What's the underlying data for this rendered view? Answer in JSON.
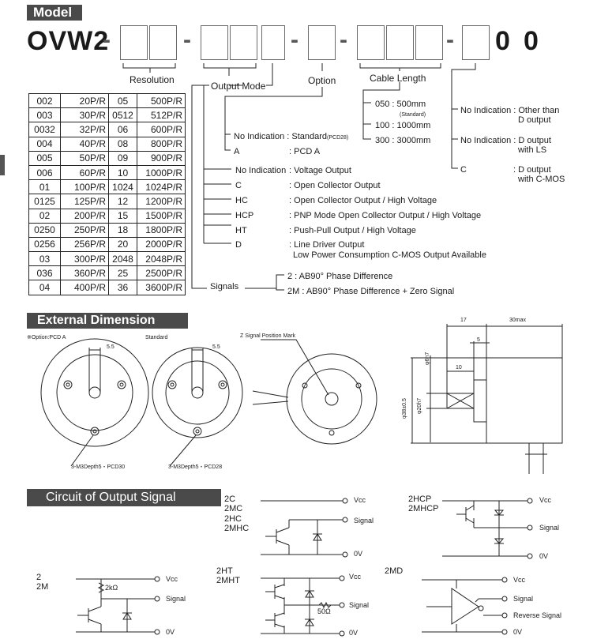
{
  "model": {
    "header": "Model",
    "prefix": "OVW2",
    "dash": "-",
    "suffix_0a": "0",
    "suffix_0b": "0",
    "labels": {
      "resolution": "Resolution",
      "output_mode": "Output Mode",
      "option": "Option",
      "cable_length": "Cable Length"
    }
  },
  "resolution_table": [
    [
      "002",
      "20P/R",
      "05",
      "500P/R"
    ],
    [
      "003",
      "30P/R",
      "0512",
      "512P/R"
    ],
    [
      "0032",
      "32P/R",
      "06",
      "600P/R"
    ],
    [
      "004",
      "40P/R",
      "08",
      "800P/R"
    ],
    [
      "005",
      "50P/R",
      "09",
      "900P/R"
    ],
    [
      "006",
      "60P/R",
      "10",
      "1000P/R"
    ],
    [
      "01",
      "100P/R",
      "1024",
      "1024P/R"
    ],
    [
      "0125",
      "125P/R",
      "12",
      "1200P/R"
    ],
    [
      "02",
      "200P/R",
      "15",
      "1500P/R"
    ],
    [
      "0250",
      "250P/R",
      "18",
      "1800P/R"
    ],
    [
      "0256",
      "256P/R",
      "20",
      "2000P/R"
    ],
    [
      "03",
      "300P/R",
      "2048",
      "2048P/R"
    ],
    [
      "036",
      "360P/R",
      "25",
      "2500P/R"
    ],
    [
      "04",
      "400P/R",
      "36",
      "3600P/R"
    ]
  ],
  "cable": {
    "c050": "050 : 500mm",
    "standard": "(Standard)",
    "c100": "100 : 1000mm",
    "c300": "300 : 3000mm"
  },
  "option": {
    "noind_a": "No Indication : Standard",
    "noind_b": "(PCD28)",
    "a_code": "A",
    "a_desc": ": PCD A"
  },
  "last_digit": {
    "noind_a": "No Indication : Other than",
    "noind_b": "D output",
    "ls_a": "No Indication : D output",
    "ls_b": "with LS",
    "c_code": "C",
    "c_a": ": D output",
    "c_b": "with C-MOS"
  },
  "output_modes": [
    {
      "code": "No Indication",
      "desc": ": Voltage Output"
    },
    {
      "code": "C",
      "desc": ": Open Collector Output"
    },
    {
      "code": "HC",
      "desc": ": Open Collector Output / High Voltage"
    },
    {
      "code": "HCP",
      "desc": ": PNP Mode Open Collector Output / High Voltage"
    },
    {
      "code": "HT",
      "desc": ": Push-Pull Output / High Voltage"
    },
    {
      "code": "D",
      "desc": ": Line Driver Output"
    }
  ],
  "output_mode_d_line2": "Low Power Consumption C-MOS Output Available",
  "signals": {
    "label": "Signals",
    "s2": "2  : AB90° Phase Difference",
    "s2m": "2M : AB90° Phase Difference + Zero Signal"
  },
  "external_dimension": {
    "header": "External Dimension",
    "option_note": "※Option:PCD A",
    "standard": "Standard",
    "dim_55a": "5.5",
    "dim_55b": "5.5",
    "zmark": "Z Signal Position Mark",
    "m3_a": "3-M3Depth5・PCD30",
    "m3_b": "3-M3Depth5・PCD28",
    "d17": "17",
    "d30": "30max",
    "d5": "5",
    "d10": "10",
    "phi6": "φ6h7",
    "phi20": "φ20h7",
    "phi38": "φ38±0.5"
  },
  "circuit": {
    "header": "Circuit of Output Signal",
    "g1": [
      "2C",
      "2MC",
      "2HC",
      "2MHC"
    ],
    "g2": [
      "2HCP",
      "2MHCP"
    ],
    "g3": [
      "2",
      "2M"
    ],
    "g4": [
      "2HT",
      "2MHT"
    ],
    "g5": [
      "2MD"
    ],
    "vcc": "Vcc",
    "signal": "Signal",
    "ov": "0V",
    "reverse": "Reverse Signal",
    "r2k": "2kΩ",
    "r50": "50Ω"
  }
}
